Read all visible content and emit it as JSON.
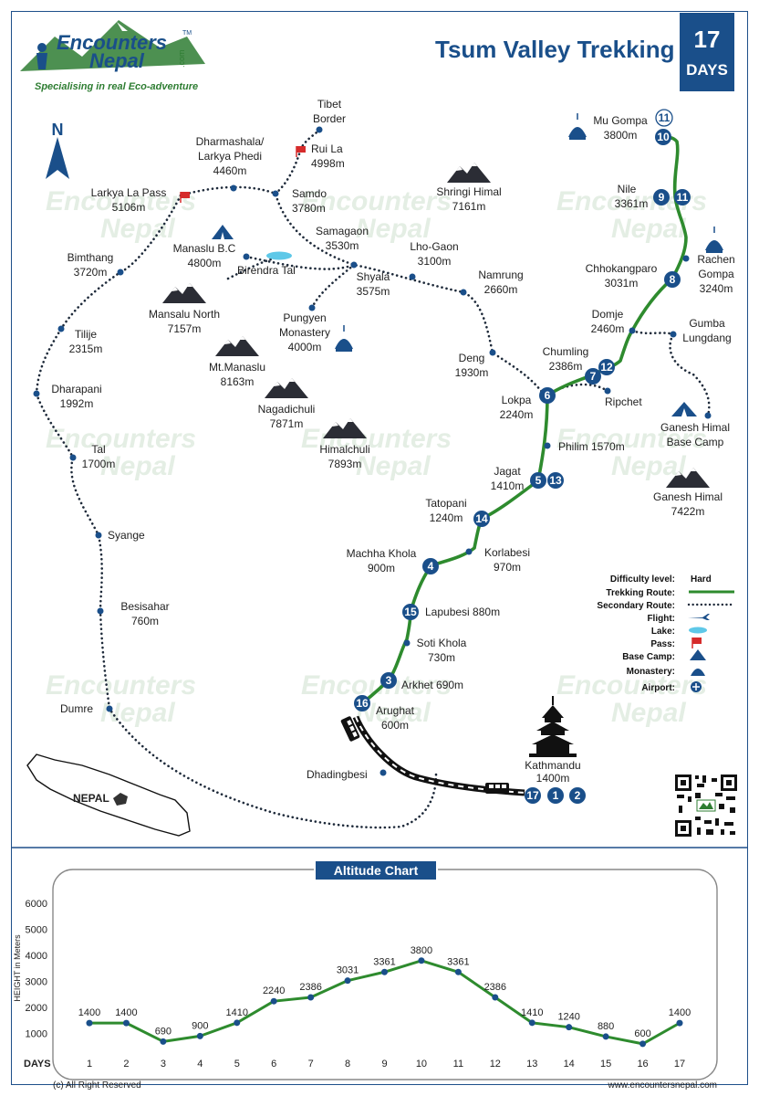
{
  "logo": {
    "line1": "Encounters",
    "line2": "Nepal",
    "com": ".com",
    "tm": "TM",
    "tagline": "Specialising in real Eco-adventure"
  },
  "title": "Tsum Valley Trekking",
  "days_badge": {
    "number": "17",
    "label": "DAYS"
  },
  "north": "N",
  "places": {
    "tibet_border": [
      "Tibet",
      "Border"
    ],
    "rui_la": [
      "Rui La",
      "4998m"
    ],
    "dharmashala": [
      "Dharmashala/",
      "Larkya Phedi",
      "4460m"
    ],
    "larkya_la": [
      "Larkya La Pass",
      "5106m"
    ],
    "samdo": [
      "Samdo",
      "3780m"
    ],
    "samagaon": [
      "Samagaon",
      "3530m"
    ],
    "manaslu_bc": [
      "Manaslu B.C",
      "4800m"
    ],
    "birendra_tal": [
      "Birendra Tal"
    ],
    "lho_gaon": [
      "Lho-Gaon",
      "3100m"
    ],
    "shyala": [
      "Shyala",
      "3575m"
    ],
    "namrung": [
      "Namrung",
      "2660m"
    ],
    "bimthang": [
      "Bimthang",
      "3720m"
    ],
    "tilije": [
      "Tilije",
      "2315m"
    ],
    "dharapani": [
      "Dharapani",
      "1992m"
    ],
    "tal": [
      "Tal",
      "1700m"
    ],
    "syange": [
      "Syange"
    ],
    "besisahar": [
      "Besisahar",
      "760m"
    ],
    "dumre": [
      "Dumre"
    ],
    "pungyen": [
      "Pungyen",
      "Monastery",
      "4000m"
    ],
    "deng": [
      "Deng",
      "1930m"
    ],
    "lokpa": [
      "Lokpa",
      "2240m"
    ],
    "chumling": [
      "Chumling",
      "2386m"
    ],
    "ripchet": [
      "Ripchet"
    ],
    "domje": [
      "Domje",
      "2460m"
    ],
    "gumba_lungdang": [
      "Gumba",
      "Lungdang"
    ],
    "ganesh_bc": [
      "Ganesh Himal",
      "Base Camp"
    ],
    "chhokangparo": [
      "Chhokangparo",
      "3031m"
    ],
    "rachen": [
      "Rachen",
      "Gompa",
      "3240m"
    ],
    "nile": [
      "Nile",
      "3361m"
    ],
    "mu_gompa": [
      "Mu Gompa",
      "3800m"
    ],
    "philim": [
      "Philim 1570m"
    ],
    "jagat": [
      "Jagat",
      "1410m"
    ],
    "tatopani": [
      "Tatopani",
      "1240m"
    ],
    "korlabesi": [
      "Korlabesi",
      "970m"
    ],
    "machha_khola": [
      "Machha Khola",
      "900m"
    ],
    "lapubesi": [
      "Lapubesi 880m"
    ],
    "soti_khola": [
      "Soti Khola",
      "730m"
    ],
    "arkhet": [
      "Arkhet 690m"
    ],
    "arughat": [
      "Arughat",
      "600m"
    ],
    "dhadingbesi": [
      "Dhadingbesi"
    ],
    "kathmandu": [
      "Kathmandu",
      "1400m"
    ],
    "nepal": [
      "NEPAL"
    ]
  },
  "mountains": {
    "shringi": [
      "Shringi Himal",
      "7161m"
    ],
    "mansalu_north": [
      "Mansalu North",
      "7157m"
    ],
    "mt_manaslu": [
      "Mt.Manaslu",
      "8163m"
    ],
    "nagadichuli": [
      "Nagadichuli",
      "7871m"
    ],
    "himalchuli": [
      "Himalchuli",
      "7893m"
    ],
    "ganesh": [
      "Ganesh Himal",
      "7422m"
    ]
  },
  "day_markers": {
    "d1": "1",
    "d2": "2",
    "d3": "3",
    "d4": "4",
    "d5": "5",
    "d6": "6",
    "d7": "7",
    "d8": "8",
    "d9": "9",
    "d10": "10",
    "d11a": "11",
    "d11b": "11",
    "d12": "12",
    "d13": "13",
    "d14": "14",
    "d15": "15",
    "d16": "16",
    "d17": "17"
  },
  "legend": {
    "difficulty_label": "Difficulty level:",
    "difficulty_value": "Hard",
    "items": [
      "Trekking Route:",
      "Secondary Route:",
      "Flight:",
      "Lake:",
      "Pass:",
      "Base Camp:",
      "Monastery:",
      "Airport:"
    ]
  },
  "colors": {
    "primary": "#1a4f8a",
    "route": "#2e8b2e",
    "lake": "#5ec8e8",
    "pass": "#d62b2b"
  },
  "altitude_chart": {
    "title": "Altitude Chart",
    "ylabel": "HEIGHT in Meters",
    "xlabel": "DAYS",
    "footer_left": "(c) All Right Reserved",
    "footer_right": "www.encountersnepal.com"
  },
  "chart_data": {
    "type": "line",
    "title": "Altitude Chart",
    "xlabel": "DAYS",
    "ylabel": "HEIGHT in Meters",
    "x": [
      1,
      2,
      3,
      4,
      5,
      6,
      7,
      8,
      9,
      10,
      11,
      12,
      13,
      14,
      15,
      16,
      17
    ],
    "y": [
      1400,
      1400,
      690,
      900,
      1410,
      2240,
      2386,
      3031,
      3361,
      3800,
      3361,
      2386,
      1410,
      1240,
      880,
      600,
      1400
    ],
    "yticks": [
      1000,
      2000,
      3000,
      4000,
      5000,
      6000
    ],
    "ylim": [
      0,
      6600
    ],
    "grid": false,
    "color": "#2e8b2e"
  }
}
